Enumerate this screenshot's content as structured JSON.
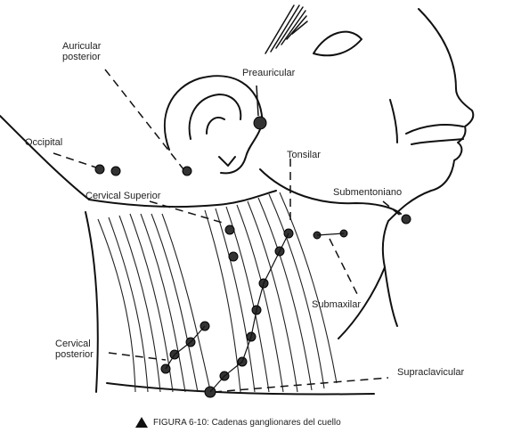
{
  "labels": {
    "auricular_posterior": "Auricular\nposterior",
    "preauricular": "Preauricular",
    "occipital": "Occipital",
    "tonsilar": "Tonsilar",
    "cervical_superior": "Cervical Superior",
    "submentoniano": "Submentoniano",
    "submaxilar": "Submaxilar",
    "cervical_posterior": "Cervical\nposterior",
    "supraclavicular": "Supraclavicular"
  },
  "caption": {
    "text": "FIGURA 6-10: Cadenas ganglionares del cuello"
  }
}
